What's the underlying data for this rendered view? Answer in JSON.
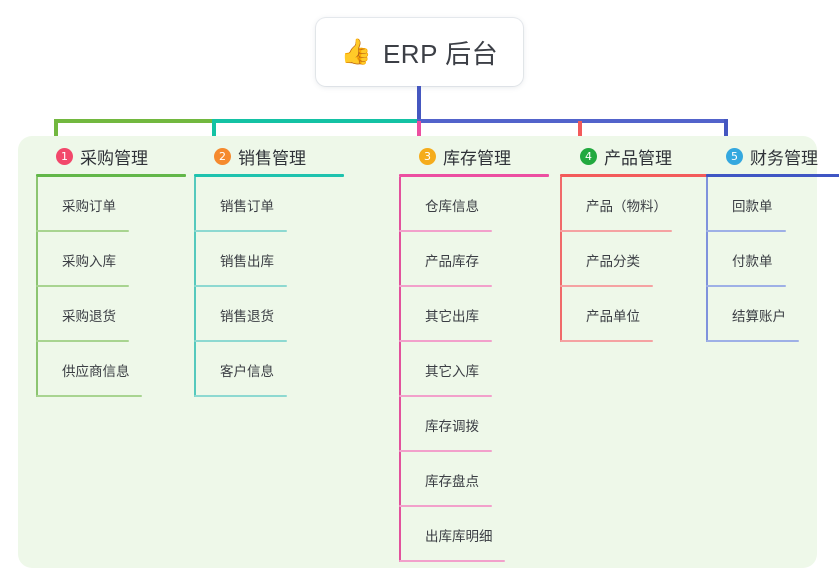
{
  "root": {
    "icon": "thumbs-up-icon",
    "emoji": "👍",
    "title": "ERP 后台"
  },
  "theme": {
    "page_background": "#ffffff",
    "panel_background": "#eef8e9",
    "root_text": "#3c3f46",
    "trunk_color": "#4557c0",
    "bar_segment_1": "#72b83f",
    "bar_segment_2": "#14c2a4",
    "bar_segment_3": "#5263cb"
  },
  "columns": [
    {
      "number": "1",
      "title": "采购管理",
      "badge_color": "#f2486b",
      "rule_color": "#62b749",
      "spine_color": "#8cc571",
      "leaf_rule_color": "#a8d490",
      "items": [
        {
          "label": "采购订单",
          "rule_width": 93
        },
        {
          "label": "采购入库",
          "rule_width": 93
        },
        {
          "label": "采购退货",
          "rule_width": 93
        },
        {
          "label": "供应商信息",
          "rule_width": 106
        }
      ]
    },
    {
      "number": "2",
      "title": "销售管理",
      "badge_color": "#f58a2e",
      "rule_color": "#1ec3ae",
      "spine_color": "#55c9bd",
      "leaf_rule_color": "#8dd9d1",
      "items": [
        {
          "label": "销售订单",
          "rule_width": 93
        },
        {
          "label": "销售出库",
          "rule_width": 93
        },
        {
          "label": "销售退货",
          "rule_width": 93
        },
        {
          "label": "客户信息",
          "rule_width": 93
        }
      ]
    },
    {
      "number": "3",
      "title": "库存管理",
      "badge_color": "#f5ac1c",
      "rule_color": "#ec4fa1",
      "spine_color": "#e2529c",
      "leaf_rule_color": "#f2a0cb",
      "items": [
        {
          "label": "仓库信息",
          "rule_width": 93
        },
        {
          "label": "产品库存",
          "rule_width": 93
        },
        {
          "label": "其它出库",
          "rule_width": 93
        },
        {
          "label": "其它入库",
          "rule_width": 93
        },
        {
          "label": "库存调拨",
          "rule_width": 93
        },
        {
          "label": "库存盘点",
          "rule_width": 93
        },
        {
          "label": "出库库明细",
          "rule_width": 106
        }
      ]
    },
    {
      "number": "4",
      "title": "产品管理",
      "badge_color": "#22a93f",
      "rule_color": "#f35b5b",
      "spine_color": "#f06a6a",
      "leaf_rule_color": "#f5a2a2",
      "items": [
        {
          "label": "产品（物料）",
          "rule_width": 112
        },
        {
          "label": "产品分类",
          "rule_width": 93
        },
        {
          "label": "产品单位",
          "rule_width": 93
        }
      ]
    },
    {
      "number": "5",
      "title": "财务管理",
      "badge_color": "#34a8df",
      "rule_color": "#3f56c4",
      "spine_color": "#7f92dc",
      "leaf_rule_color": "#9eb0e6",
      "items": [
        {
          "label": "回款单",
          "rule_width": 80
        },
        {
          "label": "付款单",
          "rule_width": 80
        },
        {
          "label": "结算账户",
          "rule_width": 93
        }
      ]
    }
  ]
}
